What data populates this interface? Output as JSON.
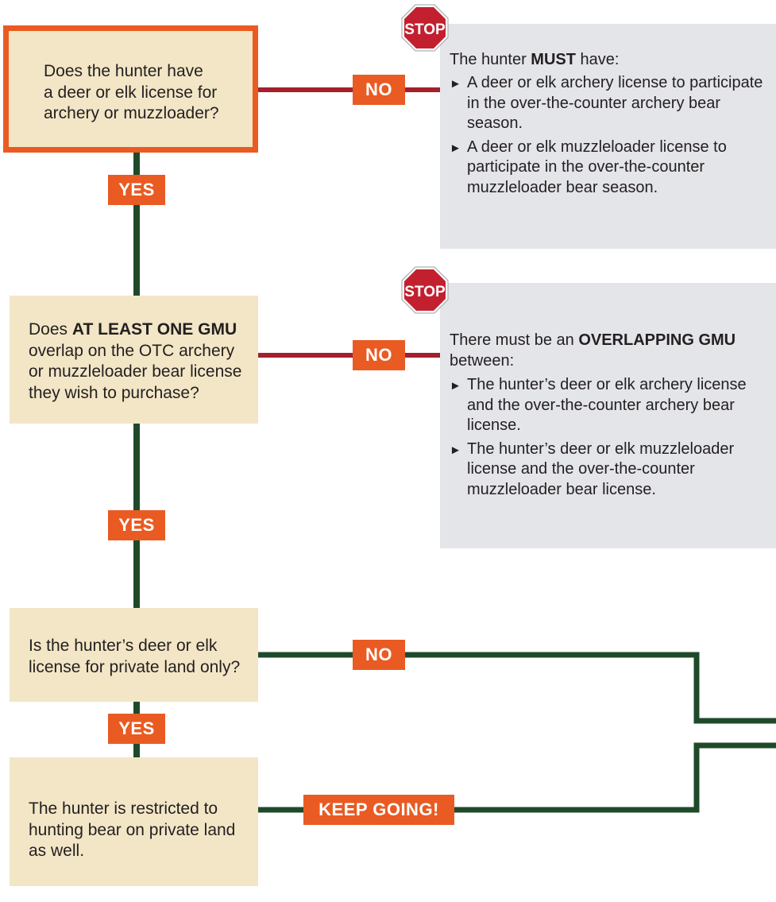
{
  "questions": {
    "q1": [
      "Does the hunter have",
      "a deer or elk license for",
      "archery or muzzloader?"
    ],
    "q2": {
      "pre": "Does ",
      "bold": "AT LEAST ONE GMU",
      "lines": [
        "overlap on the OTC archery",
        "or muzzleloader bear license",
        "they wish to purchase?"
      ]
    },
    "q3": [
      "Is the hunter’s deer or elk",
      "license for private land only?"
    ],
    "q4": [
      "The hunter is restricted to",
      "hunting bear on private land",
      "as well."
    ]
  },
  "labels": {
    "yes": "YES",
    "no": "NO",
    "keep_going": "KEEP GOING!"
  },
  "stop_sign_text": "STOP",
  "stop1": {
    "lead_pre": "The hunter ",
    "lead_bold": "MUST",
    "lead_post": " have:",
    "items": [
      "A deer or elk archery license to participate in the over-the-counter archery bear season.",
      "A deer or elk muzzleloader license to participate in the over-the-counter muzzleloader bear season."
    ]
  },
  "stop2": {
    "lead_pre": "There must be an ",
    "lead_bold": "OVERLAPPING GMU",
    "lead_post": " between:",
    "items": [
      "The hunter’s deer or elk archery license and the over-the-counter archery bear license.",
      "The hunter’s deer or elk muzzleloader license and the over-the-counter muzzleloader bear license."
    ]
  },
  "colors": {
    "accent_orange": "#e95b22",
    "question_fill": "#f2e6c6",
    "stop_fill": "#e4e5e9",
    "no_line_red": "#a3202c",
    "yes_line_green": "#1f4a2a",
    "stop_red": "#c3202f"
  },
  "icons": {
    "stop": "stop-sign-icon",
    "bullet": "right-triangle-arrow-icon"
  }
}
